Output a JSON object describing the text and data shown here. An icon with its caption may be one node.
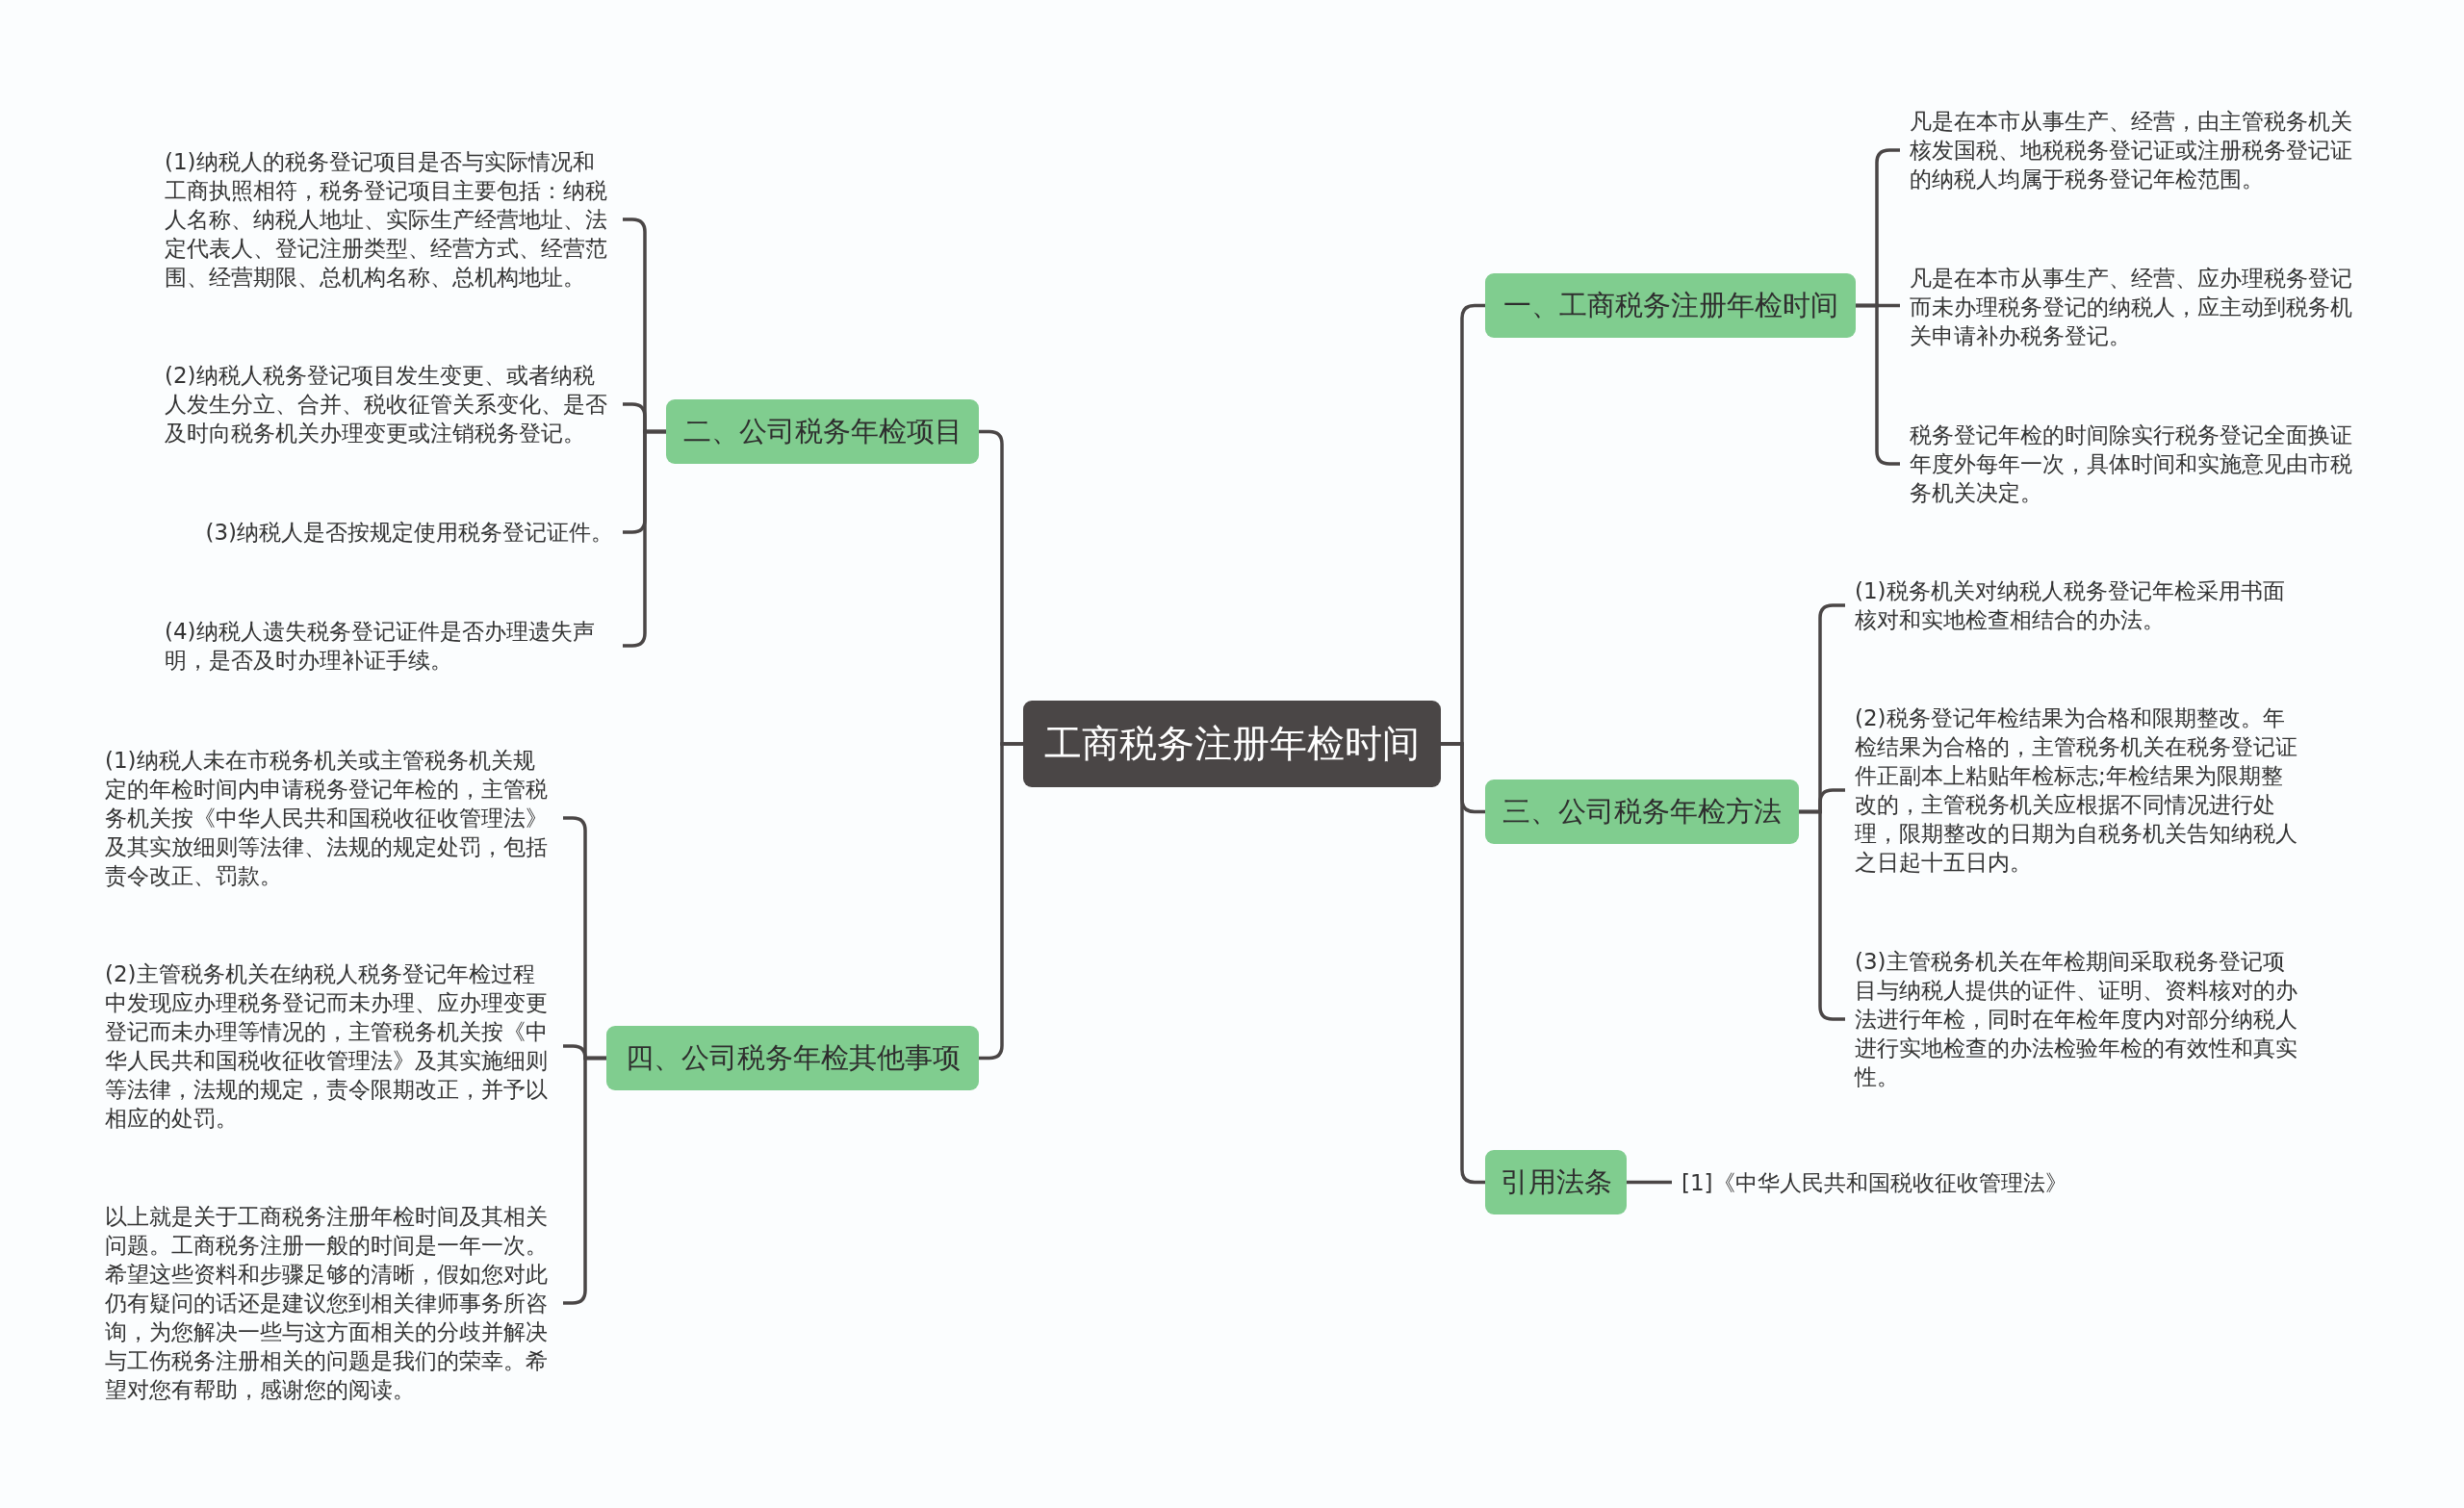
{
  "diagram": {
    "nodes": [
      {
        "text": [
          "工商税务注册年检时间"
        ]
      },
      {
        "text": [
          "一、工商税务注册年检时间"
        ]
      },
      {
        "text": [
          "凡是在本市从事生产、经营，由主管税务机关核发国税、地税税务登记证或注册税务登记证的纳税人均属于税务登记年检范围。"
        ]
      },
      {
        "text": [
          "凡是在本市从事生产、经营、应办理税务登记而未办理税务登记的纳税人，应主动到税务机关申请补办税务登记。"
        ]
      },
      {
        "text": [
          "税务登记年检的时间除实行税务登记全面换证年度外每年一次，具体时间和实施意见由市税务机关决定。"
        ]
      },
      {
        "text": [
          "二、公司税务年检项目"
        ]
      },
      {
        "text": [
          "(1)纳税人的税务登记项目是否与实际情况和工商执照相符，税务登记项目主要包括：纳税人名称、纳税人地址、实际生产经营地址、法定代表人、登记注册类型、经营方式、经营范围、经营期限、总机构名称、总机构地址。"
        ]
      },
      {
        "text": [
          "(2)纳税人税务登记项目发生变更、或者纳税人发生分立、合并、税收征管关系变化、是否及时向税务机关办理变更或注销税务登记。"
        ]
      },
      {
        "text": [
          "(3)纳税人是否按规定使用税务登记证件。"
        ]
      },
      {
        "text": [
          "(4)纳税人遗失税务登记证件是否办理遗失声明，是否及时办理补证手续。"
        ]
      },
      {
        "text": [
          "三、公司税务年检方法"
        ]
      },
      {
        "text": [
          "(1)税务机关对纳税人税务登记年检采用书面核对和实地检查相结合的办法。"
        ]
      },
      {
        "text": [
          "(2)税务登记年检结果为合格和限期整改。年检结果为合格的，主管税务机关在税务登记证件正副本上粘贴年检标志;年检结果为限期整改的，主管税务机关应根据不同情况进行处理，限期整改的日期为自税务机关告知纳税人之日起十五日内。"
        ]
      },
      {
        "text": [
          "(3)主管税务机关在年检期间采取税务登记项目与纳税人提供的证件、证明、资料核对的办法进行年检，同时在年检年度内对部分纳税人进行实地检查的办法检验年检的有效性和真实性。"
        ]
      },
      {
        "text": [
          "四、公司税务年检其他事项"
        ]
      },
      {
        "text": [
          "(1)纳税人未在市税务机关或主管税务机关规定的年检时间内申请税务登记年检的，主管税务机关按《中华人民共和国税收征收管理法》及其实放细则等法律、法规的规定处罚，包括责令改正、罚款。"
        ]
      },
      {
        "text": [
          "(2)主管税务机关在纳税人税务登记年检过程中发现应办理税务登记而未办理、应办理变更登记而未办理等情况的，主管税务机关按《中华人民共和国税收征收管理法》及其实施细则等法律，法规的规定，责令限期改正，并予以相应的处罚。"
        ]
      },
      {
        "text": [
          "以上就是关于工商税务注册年检时间及其相关问题。工商税务注册一般的时间是一年一次。希望这些资料和步骤足够的清晰，假如您对此仍有疑问的话还是建议您到相关律师事务所咨询，为您解决一些与这方面相关的分歧并解决与工伤税务注册相关的问题是我们的荣幸。希望对您有帮助，感谢您的阅读。"
        ]
      },
      {
        "text": [
          "引用法条"
        ]
      },
      {
        "text": [
          "[1]《中华人民共和国税收征收管理法》"
        ]
      }
    ],
    "edges": [
      {
        "from": 0,
        "to": 1,
        "arrow": "none"
      },
      {
        "from": 1,
        "to": 2,
        "arrow": "none"
      },
      {
        "from": 1,
        "to": 3,
        "arrow": "none"
      },
      {
        "from": 1,
        "to": 4,
        "arrow": "none"
      },
      {
        "from": 0,
        "to": 5,
        "arrow": "none"
      },
      {
        "from": 5,
        "to": 6,
        "arrow": "none"
      },
      {
        "from": 5,
        "to": 7,
        "arrow": "none"
      },
      {
        "from": 5,
        "to": 8,
        "arrow": "none"
      },
      {
        "from": 5,
        "to": 9,
        "arrow": "none"
      },
      {
        "from": 0,
        "to": 10,
        "arrow": "none"
      },
      {
        "from": 10,
        "to": 11,
        "arrow": "none"
      },
      {
        "from": 10,
        "to": 12,
        "arrow": "none"
      },
      {
        "from": 10,
        "to": 13,
        "arrow": "none"
      },
      {
        "from": 0,
        "to": 14,
        "arrow": "none"
      },
      {
        "from": 14,
        "to": 15,
        "arrow": "none"
      },
      {
        "from": 14,
        "to": 16,
        "arrow": "none"
      },
      {
        "from": 14,
        "to": 17,
        "arrow": "none"
      },
      {
        "from": 0,
        "to": 18,
        "arrow": "none"
      },
      {
        "from": 18,
        "to": 19,
        "arrow": "none"
      }
    ]
  }
}
